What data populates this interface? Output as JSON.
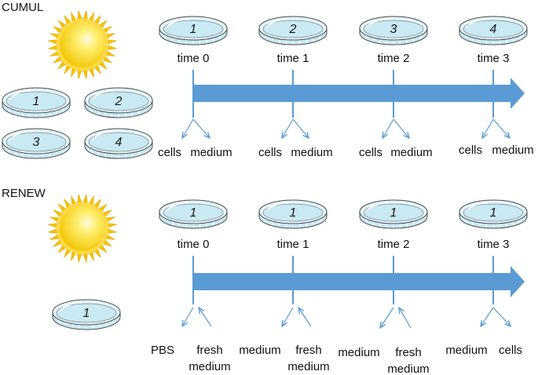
{
  "sections": [
    {
      "label": "CUMUL",
      "side_dishes": [
        "1",
        "2",
        "3",
        "4"
      ],
      "timeline": [
        {
          "dish": "1",
          "time": "time 0",
          "out_left": "cells",
          "out_right": "medium"
        },
        {
          "dish": "2",
          "time": "time 1",
          "out_left": "cells",
          "out_right": "medium"
        },
        {
          "dish": "3",
          "time": "time 2",
          "out_left": "cells",
          "out_right": "medium"
        },
        {
          "dish": "4",
          "time": "time 3",
          "out_left": "cells",
          "out_right": "medium"
        }
      ]
    },
    {
      "label": "RENEW",
      "side_dishes": [
        "1"
      ],
      "timeline": [
        {
          "dish": "1",
          "time": "time 0",
          "out_left": "PBS",
          "in_right": [
            "fresh",
            "medium"
          ]
        },
        {
          "dish": "1",
          "time": "time 1",
          "out_left": "medium",
          "in_right": [
            "fresh",
            "medium"
          ]
        },
        {
          "dish": "1",
          "time": "time 2",
          "out_left": "medium",
          "in_right": [
            "fresh",
            "medium"
          ]
        },
        {
          "dish": "1",
          "time": "time 3",
          "out_left": "medium",
          "out_right": "cells"
        }
      ]
    }
  ],
  "colors": {
    "arrow": "#5b9bd5",
    "dish_fill": "#c9e9f3",
    "dish_rim": "#4a4a4a",
    "sun_core": "#ffe640",
    "sun_rays": "#f5c400"
  }
}
